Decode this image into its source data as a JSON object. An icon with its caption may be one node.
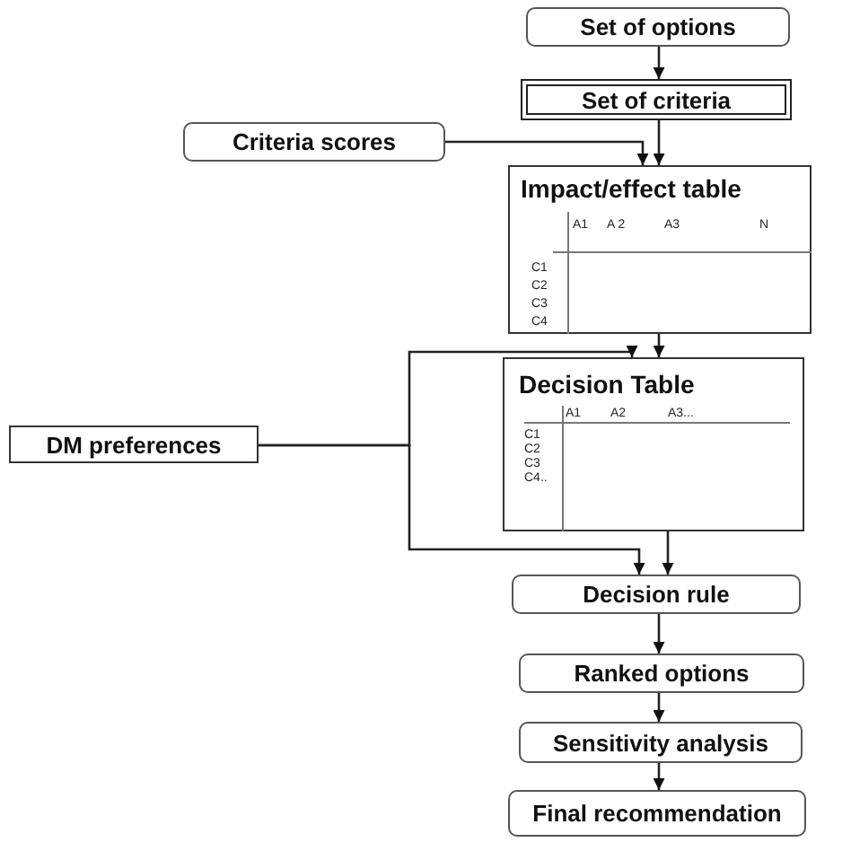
{
  "diagram": {
    "nodes": [
      {
        "text": [
          "Set of options"
        ]
      },
      {
        "text": [
          "Set of criteria"
        ]
      },
      {
        "text": [
          "Criteria scores"
        ]
      },
      {
        "text": [
          "Impact/effect table"
        ]
      },
      {
        "text": [
          "Decision Table"
        ]
      },
      {
        "text": [
          "DM preferences"
        ]
      },
      {
        "text": [
          "Decision rule"
        ]
      },
      {
        "text": [
          "Ranked options"
        ]
      },
      {
        "text": [
          "Sensitivity analysis"
        ]
      },
      {
        "text": [
          "Final recommendation"
        ]
      }
    ],
    "edges": [
      {
        "from": 0,
        "to": 1,
        "arrow": "to"
      },
      {
        "from": 1,
        "to": 3,
        "arrow": "to"
      },
      {
        "from": 2,
        "to": 3,
        "arrow": "to"
      },
      {
        "from": 3,
        "to": 4,
        "arrow": "to"
      },
      {
        "from": 5,
        "to": 4,
        "arrow": "to"
      },
      {
        "from": 5,
        "to": 6,
        "arrow": "to"
      },
      {
        "from": 4,
        "to": 6,
        "arrow": "to"
      },
      {
        "from": 6,
        "to": 7,
        "arrow": "to"
      },
      {
        "from": 7,
        "to": 8,
        "arrow": "to"
      },
      {
        "from": 8,
        "to": 9,
        "arrow": "to"
      }
    ],
    "labels": [
      "A1",
      "A 2",
      "A3",
      "N",
      "C1",
      "C2",
      "C3",
      "C4",
      "A1",
      "A2",
      "A3...",
      "C1",
      "C2",
      "C3",
      "C4.."
    ]
  }
}
